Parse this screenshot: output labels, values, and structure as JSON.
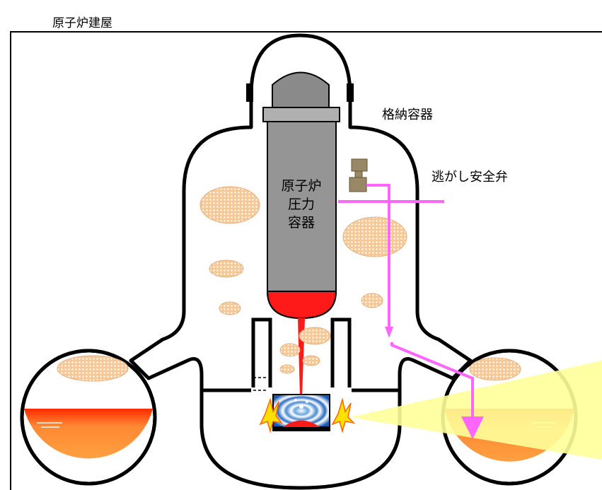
{
  "labels": {
    "building": "原子炉建屋",
    "containment": "格納容器",
    "relief_valve": "逃がし安全弁",
    "vessel_line1": "原子炉",
    "vessel_line2": "圧力",
    "vessel_line3": "容器"
  },
  "colors": {
    "vessel_gray": "#959595",
    "molten_red": "#ff1a1a",
    "pipe_pink": "#ff66ff",
    "water_orange": "#ff9933",
    "steam_cloud": "#f8cfa0",
    "beam_yellow": "#ffff99",
    "valve_olive": "#998866"
  }
}
